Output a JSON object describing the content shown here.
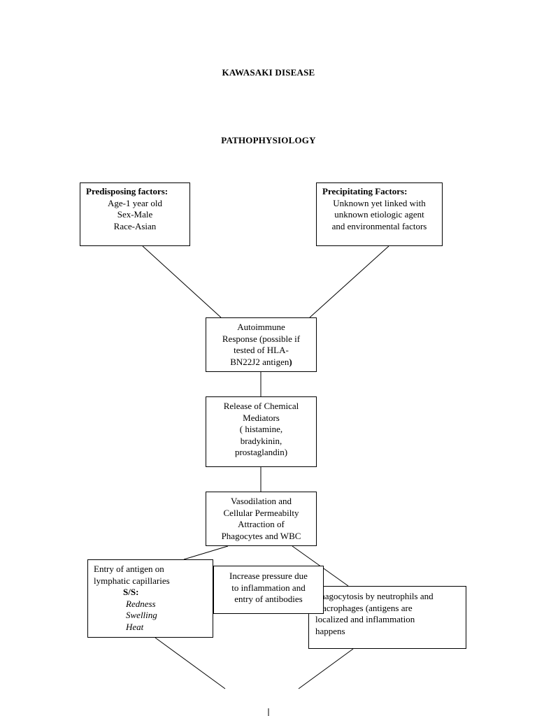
{
  "title": "KAWASAKI DISEASE",
  "subtitle": "PATHOPHYSIOLOGY",
  "predisposing": {
    "heading": "Predisposing factors:",
    "lines": [
      "Age-1 year old",
      "Sex-Male",
      "Race-Asian"
    ]
  },
  "precipitating": {
    "heading": "Precipitating Factors:",
    "lines": [
      "Unknown yet linked with",
      "unknown etiologic agent",
      "and environmental factors"
    ]
  },
  "autoimmune": {
    "lines": [
      "Autoimmune",
      "Response (possible if",
      "tested of HLA-",
      "BN22J2 antigen"
    ],
    "closing": ")"
  },
  "chemical": {
    "lines": [
      "Release of Chemical",
      "Mediators",
      "( histamine,",
      "bradykinin,",
      "prostaglandin)"
    ]
  },
  "vasodilation": {
    "lines": [
      "Vasodilation and",
      "Cellular Permeabilty",
      "Attraction of",
      "Phagocytes and WBC"
    ]
  },
  "entry": {
    "line1": "Entry of antigen on",
    "line2": "lymphatic capillaries",
    "ss_label": "S/S:",
    "signs": [
      "Redness",
      "Swelling",
      "Heat"
    ]
  },
  "pressure": {
    "lines": [
      "Increase pressure due",
      "to inflammation and",
      "entry of antibodies"
    ]
  },
  "phagocytosis": {
    "line1": "Phagocytosis by neutrophils and",
    "line2": "macrophages (antigens are",
    "line3": "localized and inflammation",
    "line4": "happens"
  }
}
